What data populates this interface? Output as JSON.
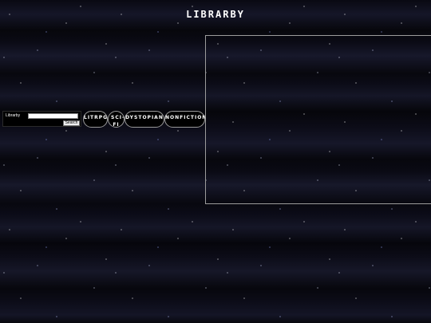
{
  "header": {
    "title": "LIBRARBY"
  },
  "search": {
    "label": "Librarby",
    "value": "",
    "placeholder": "",
    "button_label": "Search"
  },
  "genres": [
    {
      "label": "LITRPG"
    },
    {
      "label": "SCI-FI"
    },
    {
      "label": "DYSTOPIAN"
    },
    {
      "label": "NONFICTION"
    }
  ],
  "colors": {
    "background": "#06060c",
    "text": "#ffffff",
    "pill_border": "#9a9a9a",
    "frame_border": "#9c9c9c"
  }
}
